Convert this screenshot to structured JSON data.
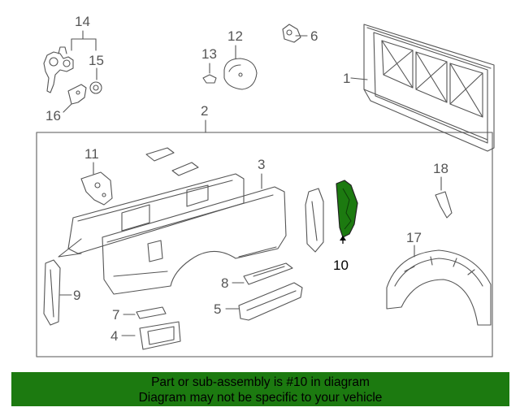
{
  "callouts": {
    "c1": "1",
    "c2": "2",
    "c3": "3",
    "c4": "4",
    "c5": "5",
    "c6": "6",
    "c7": "7",
    "c8": "8",
    "c9": "9",
    "c10": "10",
    "c11": "11",
    "c12": "12",
    "c13": "13",
    "c14": "14",
    "c15": "15",
    "c16": "16",
    "c17": "17",
    "c18": "18"
  },
  "highlight": {
    "part": "10",
    "color": "#1c7a10"
  },
  "banner": {
    "line1": "Part or sub-assembly is #10 in diagram",
    "line2": "Diagram may not be specific to your vehicle",
    "background": "#1c7a10"
  }
}
